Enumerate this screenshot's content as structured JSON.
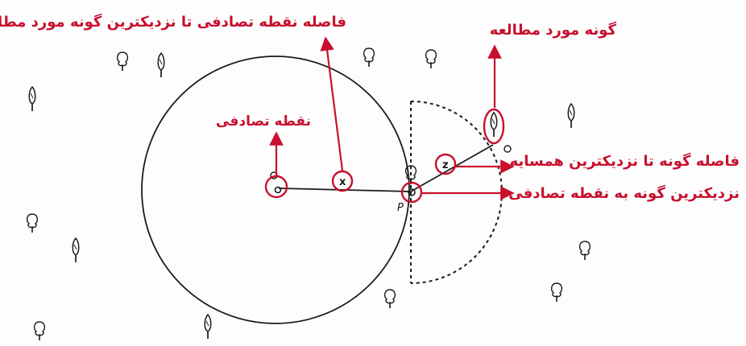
{
  "labels": {
    "random_to_species_distance": "فاصله نقطه تصادفی تا نزدیکترین گونه مورد مطالعه",
    "studied_species": "گونه مورد مطالعه",
    "random_point": "نقطه تصادفی",
    "species_to_neighbor_distance": "فاصله گونه تا نزدیکترین همسایه",
    "nearest_species_to_random_point": "نزدیکترین گونه به نقطه تصادفی"
  },
  "marks": {
    "x_mark": "x",
    "z_mark": "z",
    "p_mark": "P"
  },
  "colors": {
    "annotation": "#c8102e",
    "ink": "#1a1a1a"
  }
}
